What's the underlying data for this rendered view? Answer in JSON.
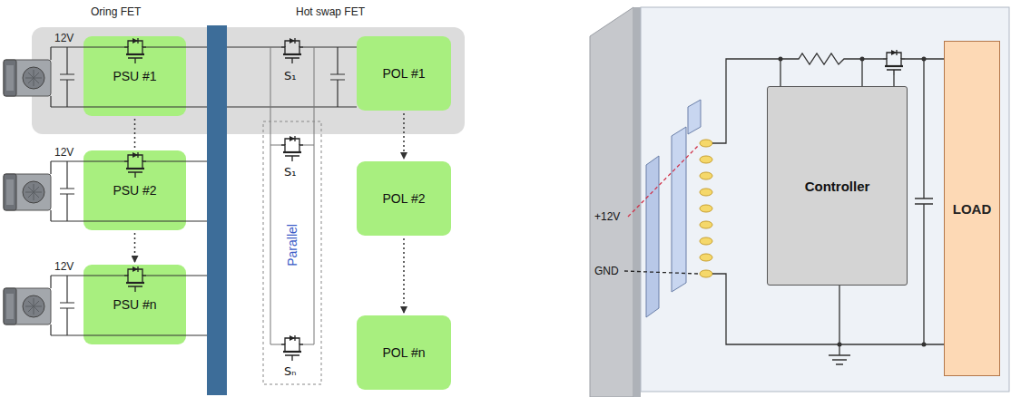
{
  "diagram": {
    "nodes": [
      {
        "text": [
          "PSU #1"
        ]
      },
      {
        "text": [
          "PSU #2"
        ]
      },
      {
        "text": [
          "PSU #n"
        ]
      },
      {
        "text": [
          "POL #1"
        ]
      },
      {
        "text": [
          "POL #2"
        ]
      },
      {
        "text": [
          "POL #n"
        ]
      },
      {
        "text": [
          "Controller"
        ]
      },
      {
        "text": [
          "LOAD"
        ]
      }
    ],
    "edges": [
      {
        "from": 0,
        "to": 1,
        "arrow": "none"
      },
      {
        "from": 1,
        "to": 2,
        "arrow": "to"
      },
      {
        "from": 3,
        "to": 4,
        "arrow": "to"
      },
      {
        "from": 4,
        "to": 5,
        "arrow": "to"
      }
    ],
    "labels": [
      "Oring FET",
      "Hot swap FET",
      "12V",
      "12V",
      "12V",
      "S₁",
      "S₁",
      "Sₙ",
      "Parallel",
      "+12V",
      "GND"
    ]
  }
}
